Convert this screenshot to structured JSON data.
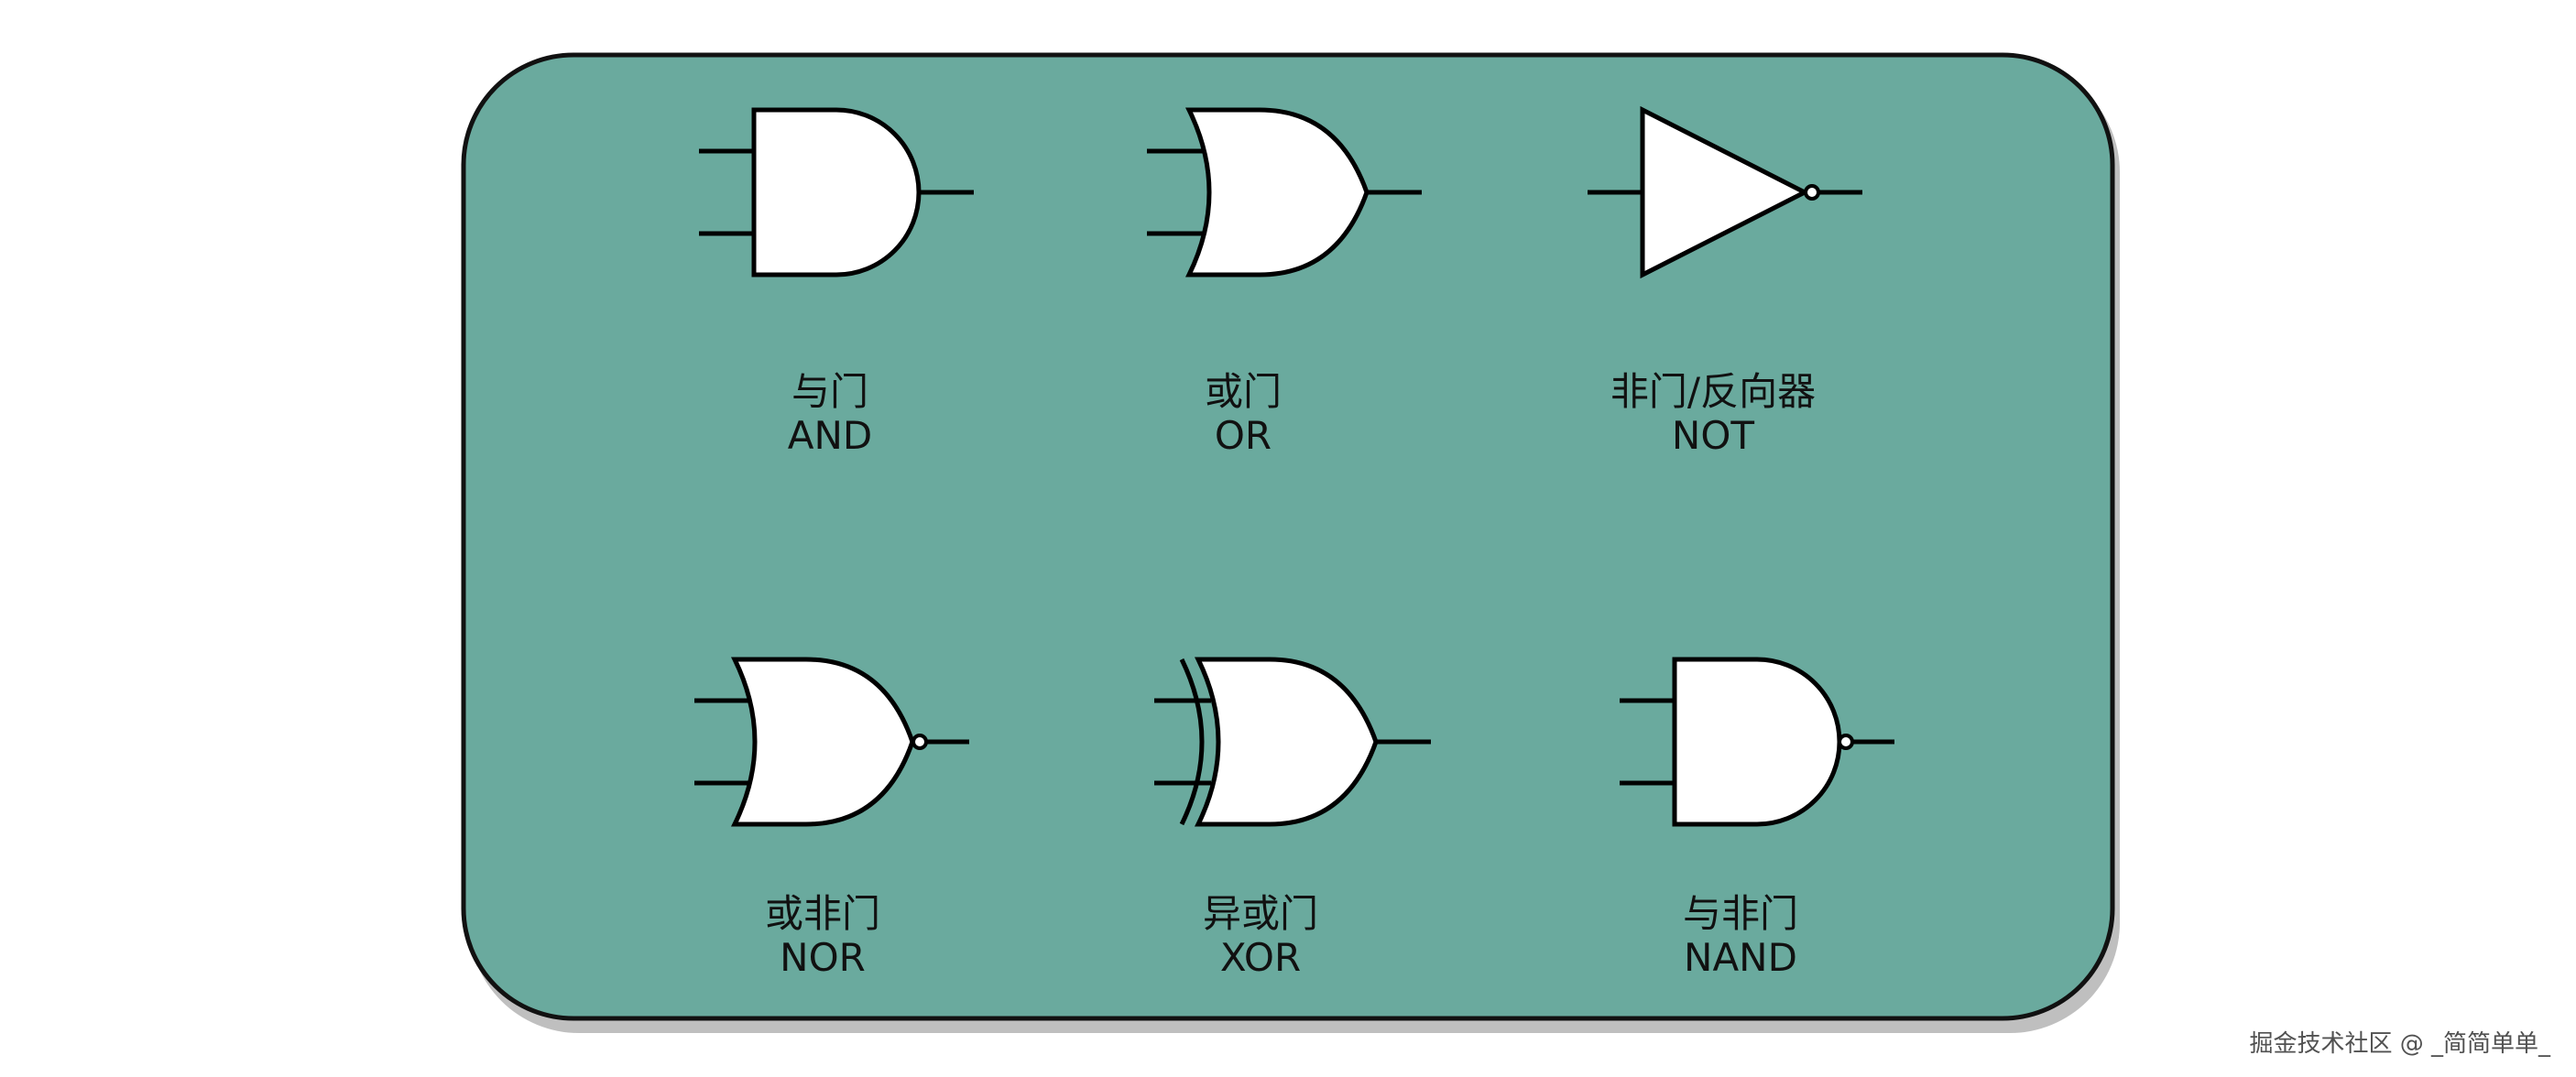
{
  "colors": {
    "panel_fill": "#6aaa9e",
    "panel_stroke": "#111111",
    "panel_shadow": "#bfbfbf",
    "gate_fill": "#ffffff",
    "line": "#000000"
  },
  "gates": [
    {
      "id": "and",
      "symbol": "and-gate-icon",
      "label_cn": "与门",
      "label_en": "AND"
    },
    {
      "id": "or",
      "symbol": "or-gate-icon",
      "label_cn": "或门",
      "label_en": "OR"
    },
    {
      "id": "not",
      "symbol": "not-gate-icon",
      "label_cn": "非门/反向器",
      "label_en": "NOT"
    },
    {
      "id": "nor",
      "symbol": "nor-gate-icon",
      "label_cn": "或非门",
      "label_en": "NOR"
    },
    {
      "id": "xor",
      "symbol": "xor-gate-icon",
      "label_cn": "异或门",
      "label_en": "XOR"
    },
    {
      "id": "nand",
      "symbol": "nand-gate-icon",
      "label_cn": "与非门",
      "label_en": "NAND"
    }
  ],
  "watermark": "掘金技术社区 @ _简简单单_"
}
